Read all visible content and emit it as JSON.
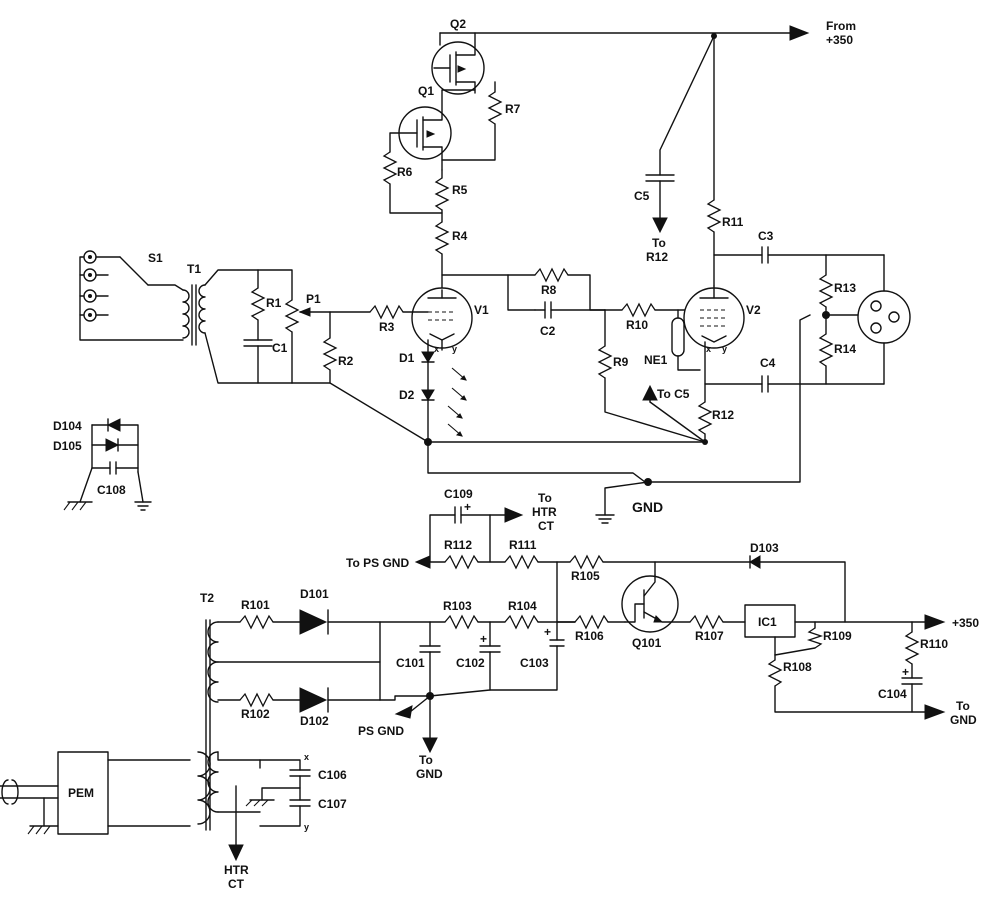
{
  "colors": {
    "ink": "#111111",
    "background": "#ffffff"
  },
  "offboard": {
    "from_350": [
      "From",
      "+350"
    ],
    "to_r12": [
      "To",
      "R12"
    ],
    "to_c5": "To C5",
    "gnd": "GND",
    "to_htr_ct": [
      "To",
      "HTR",
      "CT"
    ],
    "to_ps_gnd": "To PS GND",
    "plus_350_out": "+350",
    "to_gnd_right": [
      "To",
      "GND"
    ],
    "ps_gnd": "PS GND",
    "to_gnd_bottom": [
      "To",
      "GND"
    ],
    "htr_ct": [
      "HTR",
      "CT"
    ]
  },
  "components": {
    "q1": "Q1",
    "q2": "Q2",
    "r1": "R1",
    "r2": "R2",
    "r3": "R3",
    "r4": "R4",
    "r5": "R5",
    "r6": "R6",
    "r7": "R7",
    "r8": "R8",
    "r9": "R9",
    "r10": "R10",
    "r11": "R11",
    "r12": "R12",
    "r13": "R13",
    "r14": "R14",
    "c1": "C1",
    "c2": "C2",
    "c3": "C3",
    "c4": "C4",
    "c5": "C5",
    "d1": "D1",
    "d2": "D2",
    "s1": "S1",
    "t1": "T1",
    "p1": "P1",
    "v1": "V1",
    "v2": "V2",
    "ne1": "NE1",
    "d104": "D104",
    "d105": "D105",
    "c108": "C108",
    "c109": "C109",
    "r112": "R112",
    "r111": "R111",
    "r105": "R105",
    "d103": "D103",
    "t2": "T2",
    "r101": "R101",
    "r102": "R102",
    "d101": "D101",
    "d102": "D102",
    "r103": "R103",
    "r104": "R104",
    "r106": "R106",
    "r107": "R107",
    "c101": "C101",
    "c102": "C102",
    "c103": "C103",
    "q101": "Q101",
    "ic1": "IC1",
    "r108": "R108",
    "r109": "R109",
    "r110": "R110",
    "c104": "C104",
    "c106": "C106",
    "c107": "C107",
    "pem": "PEM"
  },
  "pins": {
    "x": "x",
    "y": "y",
    "plus": "+"
  }
}
